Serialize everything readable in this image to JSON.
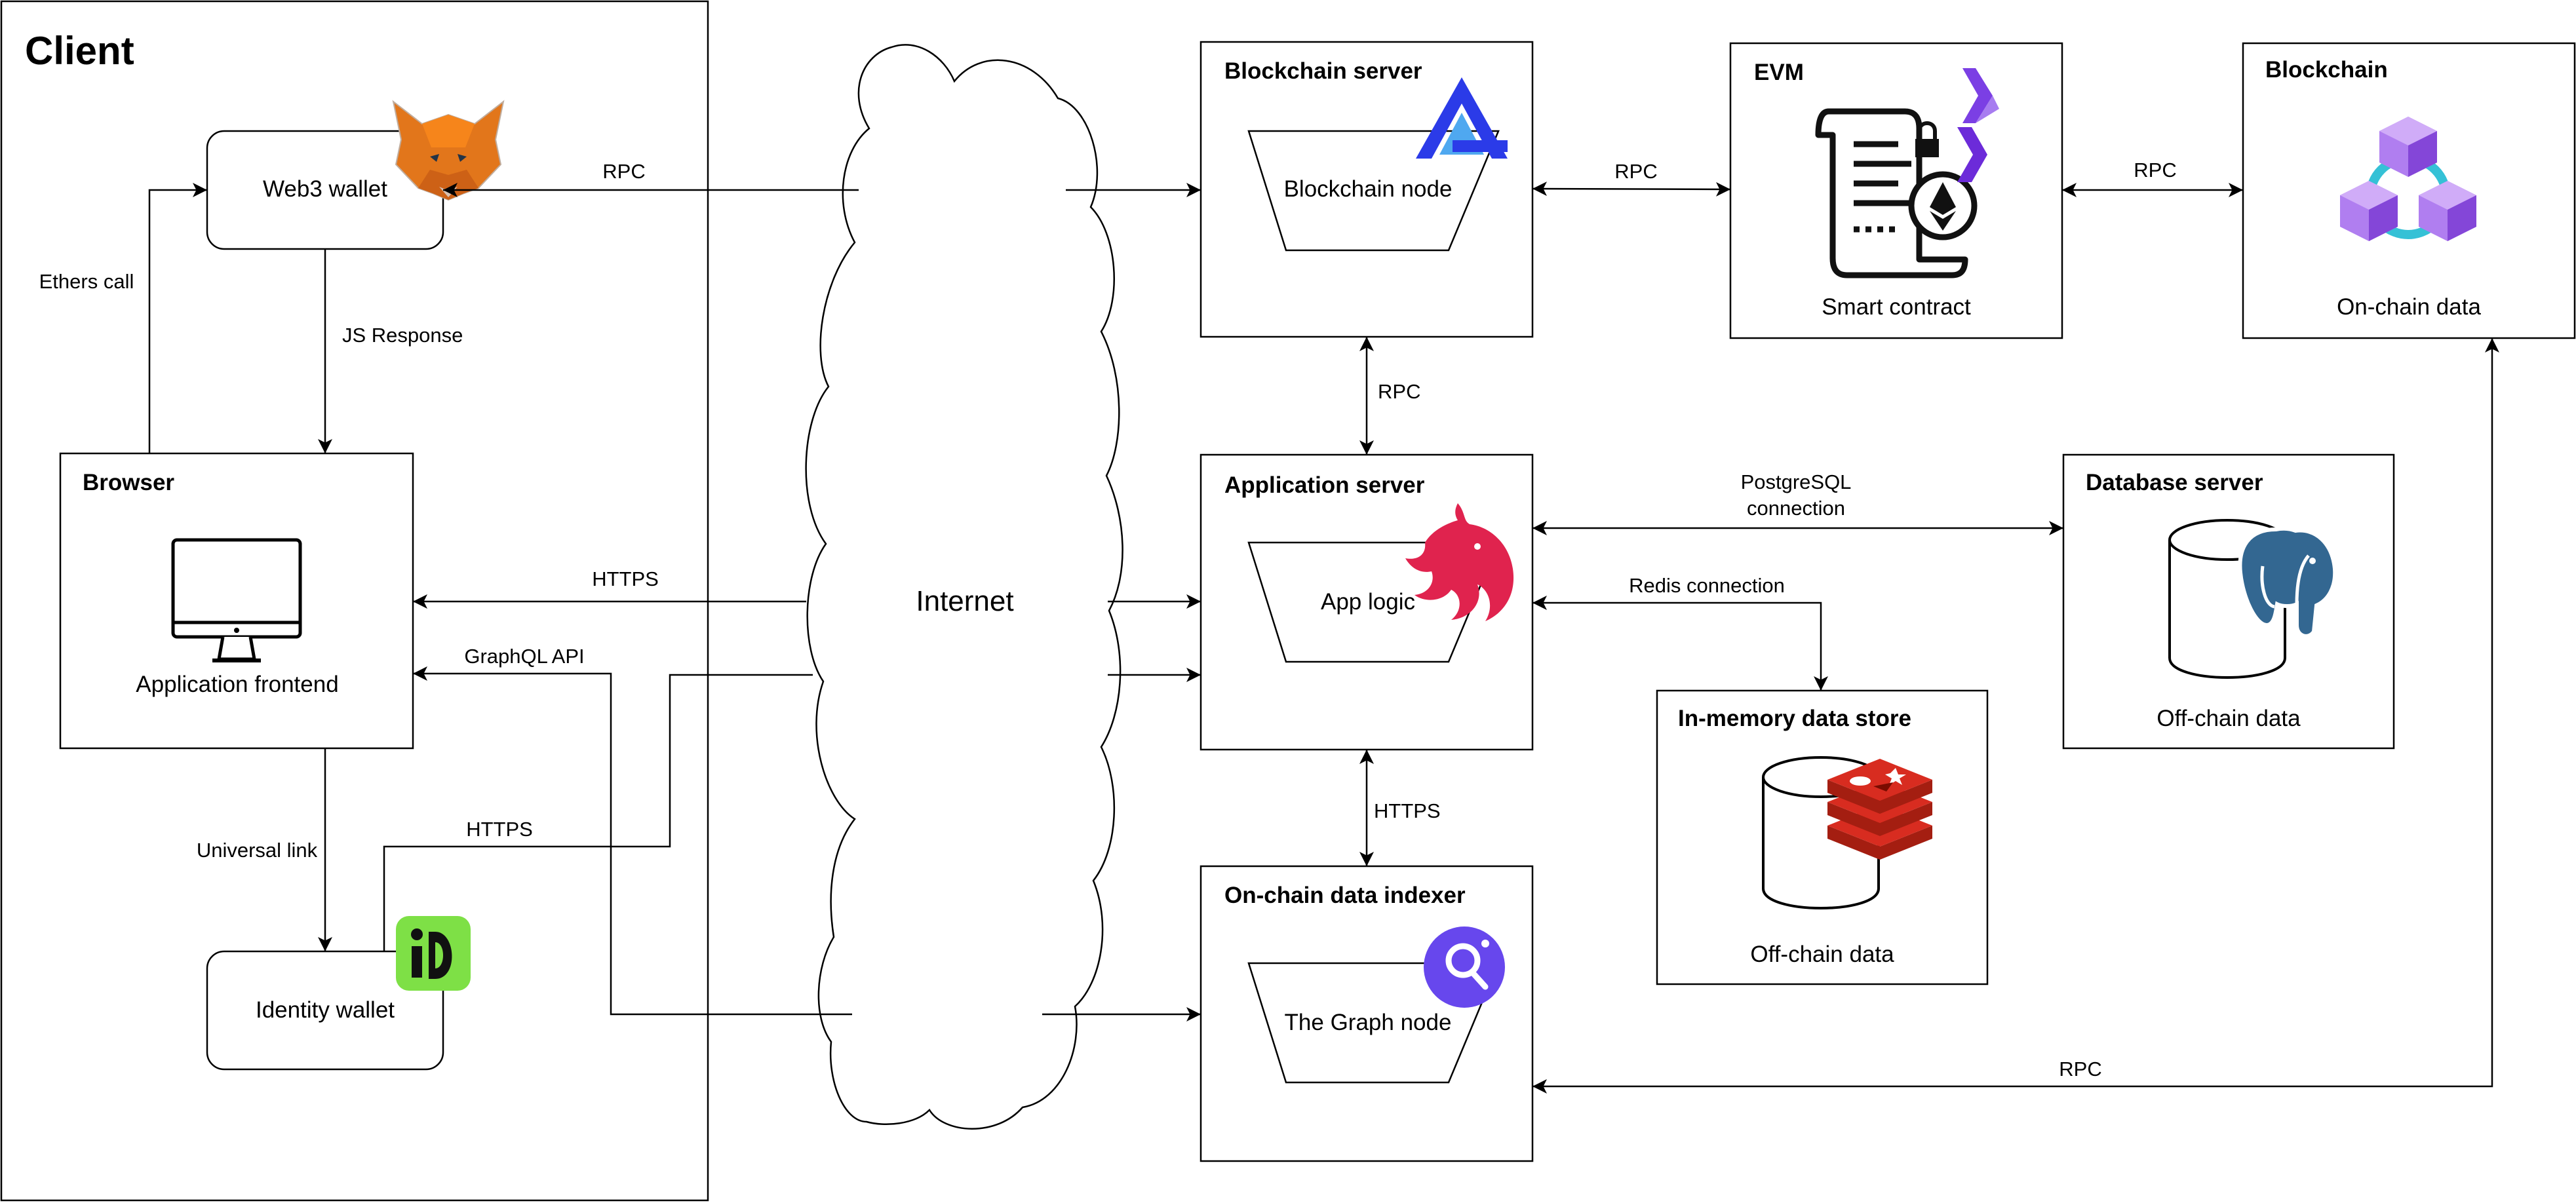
{
  "groups": {
    "client": "Client",
    "internet": "Internet"
  },
  "nodes": {
    "web3_wallet": "Web3 wallet",
    "browser": {
      "title": "Browser",
      "label": "Application frontend"
    },
    "identity_wallet": "Identity wallet",
    "blockchain_server": {
      "title": "Blockchain server",
      "label": "Blockchain node"
    },
    "evm": {
      "title": "EVM",
      "label": "Smart contract"
    },
    "blockchain": {
      "title": "Blockchain",
      "label": "On-chain data"
    },
    "application_server": {
      "title": "Application server",
      "label": "App logic"
    },
    "database_server": {
      "title": "Database server",
      "label": "Off-chain data"
    },
    "in_memory_store": {
      "title": "In-memory data store",
      "label": "Off-chain data"
    },
    "indexer": {
      "title": "On-chain data indexer",
      "label": "The Graph node"
    }
  },
  "edges": {
    "web3_rpc": "RPC",
    "ethers_call": "Ethers call",
    "js_response": "JS Response",
    "browser_https": "HTTPS",
    "graphql_api": "GraphQL API",
    "universal_link": "Universal link",
    "identity_https": "HTTPS",
    "node_evm_rpc": "RPC",
    "evm_chain_rpc": "RPC",
    "node_app_rpc": "RPC",
    "postgres": [
      "PostgreSQL",
      "connection"
    ],
    "redis": "Redis connection",
    "app_indexer_https": "HTTPS",
    "indexer_chain_rpc": "RPC"
  },
  "icons": {
    "web3_wallet": "metamask-fox-icon",
    "browser": "desktop-monitor-icon",
    "identity_wallet": "identity-id-icon",
    "blockchain_server": "triangle-logo-icon",
    "evm": "smart-contract-scroll-icon",
    "evm_logo": "polygon-chevrons-icon",
    "blockchain": "linked-cubes-icon",
    "application_server": "nestjs-cat-icon",
    "database_server": "postgresql-elephant-icon",
    "in_memory_store": "redis-cubes-icon",
    "indexer": "the-graph-logo-icon"
  },
  "colors": {
    "metamask": "#e2761b",
    "identity": "#7ee046",
    "blockchain_logo": "#2b3be8",
    "polygon": "#7b3fe4",
    "cube": "#a06be6",
    "ring": "#35c1d6",
    "nestjs": "#e0234e",
    "postgres": "#336791",
    "redis": "#c6302b",
    "graph": "#6747ed"
  }
}
